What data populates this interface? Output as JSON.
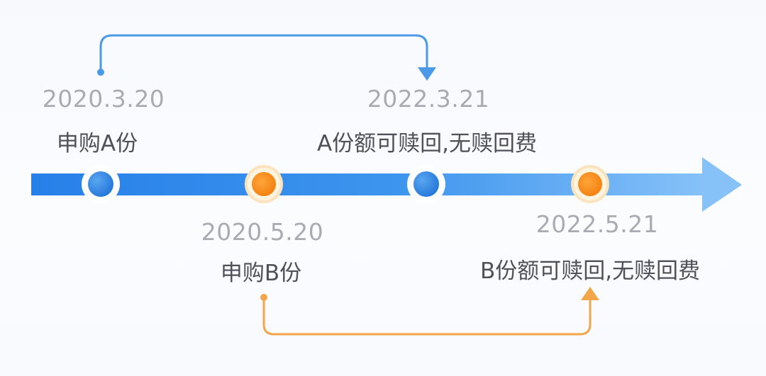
{
  "colors": {
    "timeline": "#2a86ea",
    "timeline_light": "#7fbcf7",
    "node_blue": "#2e86e6",
    "node_orange": "#f7931e",
    "bracket_blue": "#4a9ae8",
    "bracket_orange": "#f3a54a",
    "date_text": "#a9abb2",
    "event_text": "#4f5158"
  },
  "events": [
    {
      "date": "2020.3.20",
      "text": "申购A份",
      "color": "blue"
    },
    {
      "date": "2020.5.20",
      "text": "申购B份",
      "color": "orange"
    },
    {
      "date": "2022.3.21",
      "text": "A份额可赎回,无赎回费",
      "color": "blue"
    },
    {
      "date": "2022.5.21",
      "text": "B份额可赎回,无赎回费",
      "color": "orange"
    }
  ]
}
